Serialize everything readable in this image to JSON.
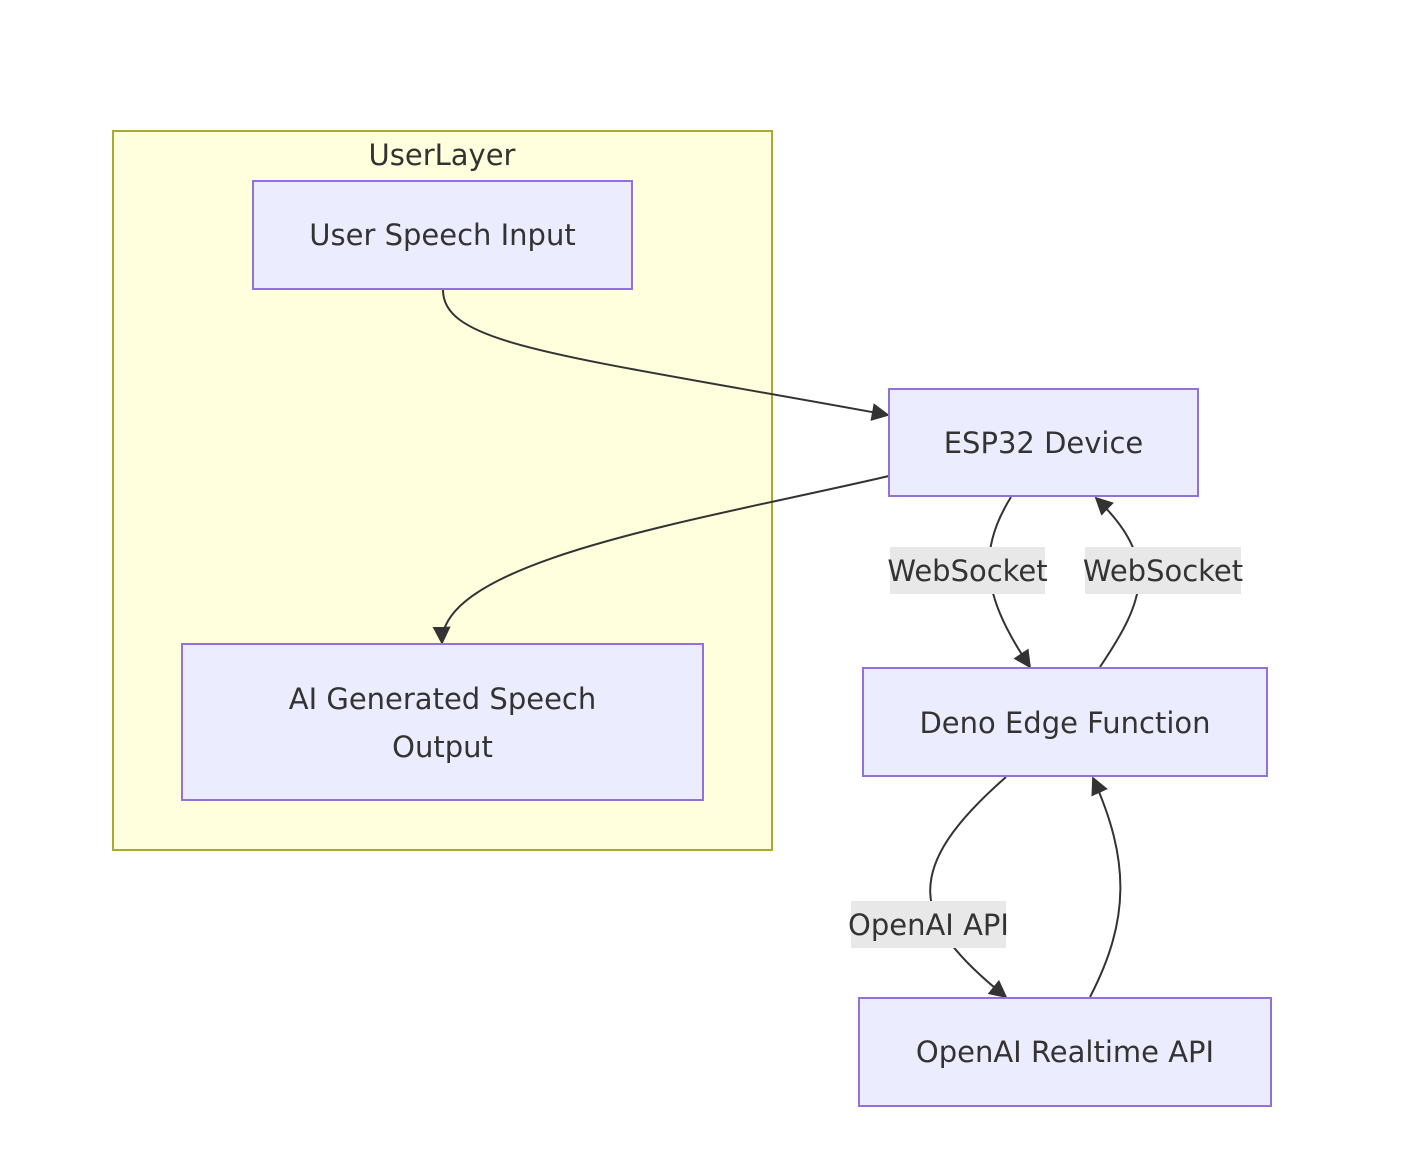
{
  "diagram": {
    "colors": {
      "node_fill": "#ECECFF",
      "node_stroke": "#9370DB",
      "cluster_fill": "#FFFFDE",
      "cluster_stroke": "#AAAA33",
      "edge_stroke": "#333333",
      "edge_label_bg": "#E8E8E8",
      "text": "#333333"
    },
    "cluster": {
      "label": "UserLayer"
    },
    "nodes": {
      "user_speech_input": "User Speech Input",
      "ai_output_line1": "AI Generated Speech",
      "ai_output_line2": "Output",
      "esp32_device": "ESP32 Device",
      "deno_edge_function": "Deno Edge Function",
      "openai_realtime_api": "OpenAI Realtime API"
    },
    "edges": {
      "esp32_to_deno_label": "WebSocket",
      "deno_to_esp32_label": "WebSocket",
      "deno_to_openai_label": "OpenAI API"
    }
  }
}
